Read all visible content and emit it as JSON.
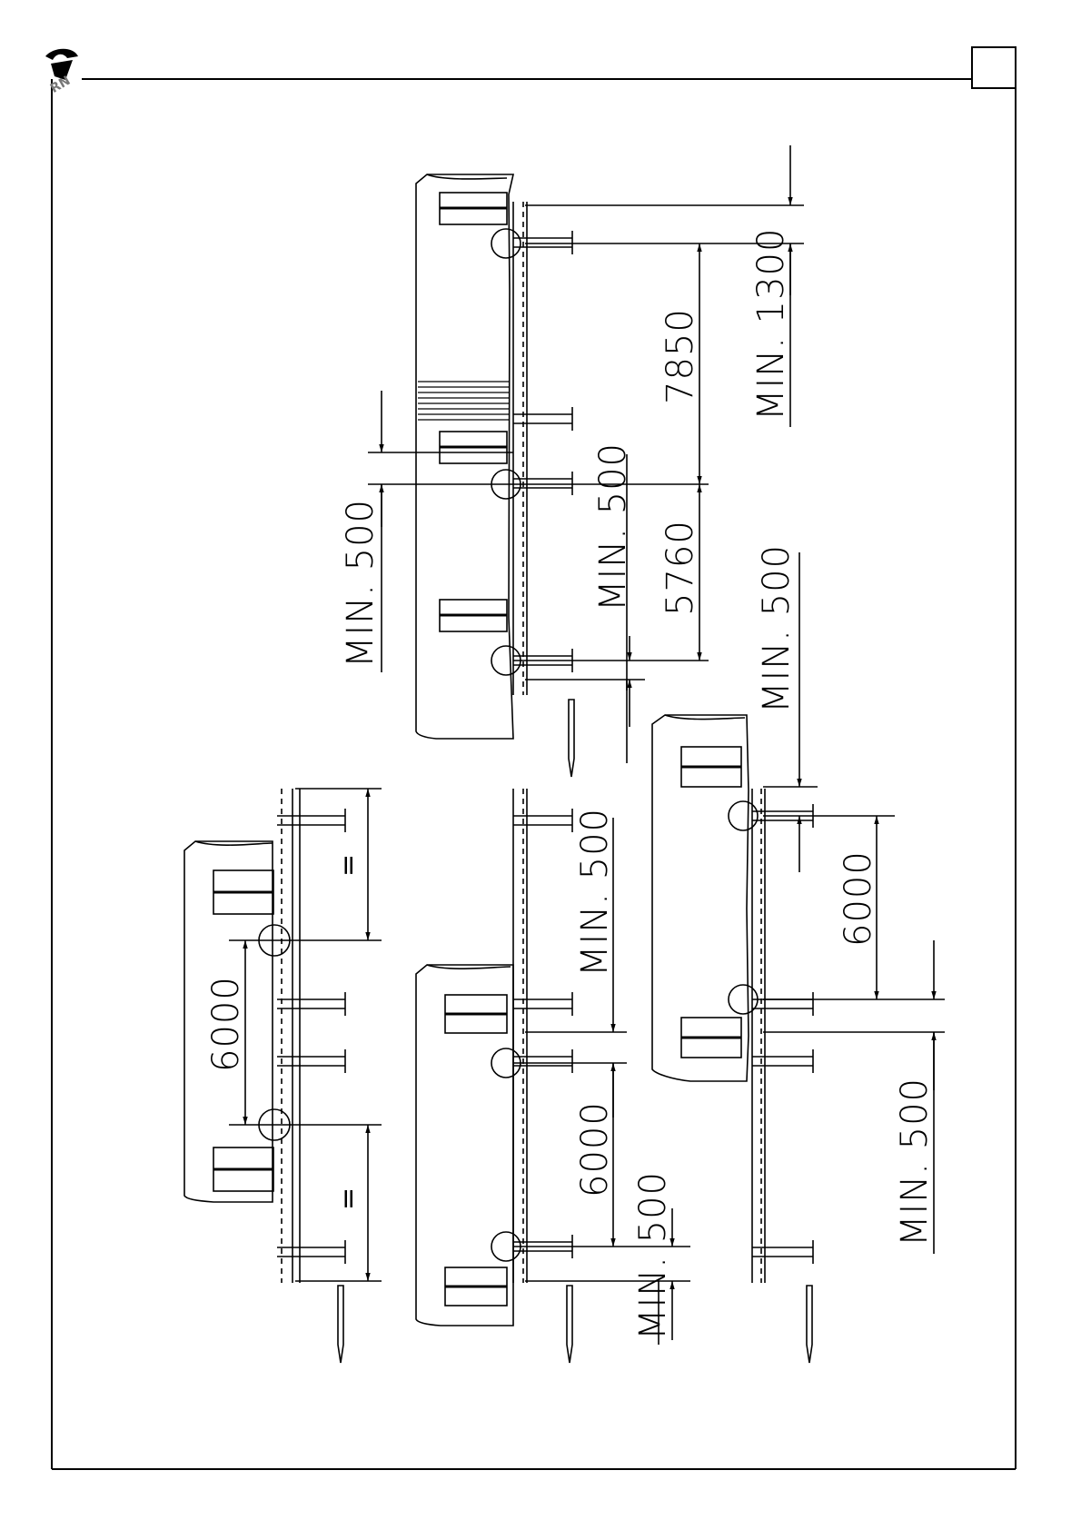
{
  "page": {
    "corner_box_label": ""
  },
  "logo": {
    "text": "RN"
  },
  "diagram_a": {
    "dim_upper": "MIN. 500",
    "dim_spacing_1": "7850",
    "dim_end": "MIN. 1300",
    "dim_middle": "MIN. 500",
    "dim_spacing_2": "5760",
    "dim_side": "MIN. 500"
  },
  "diagram_b": {
    "dim_spacing": "6000",
    "equal_1": "=",
    "equal_2": "="
  },
  "diagram_c": {
    "dim_upper": "MIN. 500",
    "dim_spacing": "6000",
    "dim_lower": "MIN. 500"
  },
  "diagram_d": {
    "dim_spacing": "6000",
    "dim_lower": "MIN. 500"
  }
}
